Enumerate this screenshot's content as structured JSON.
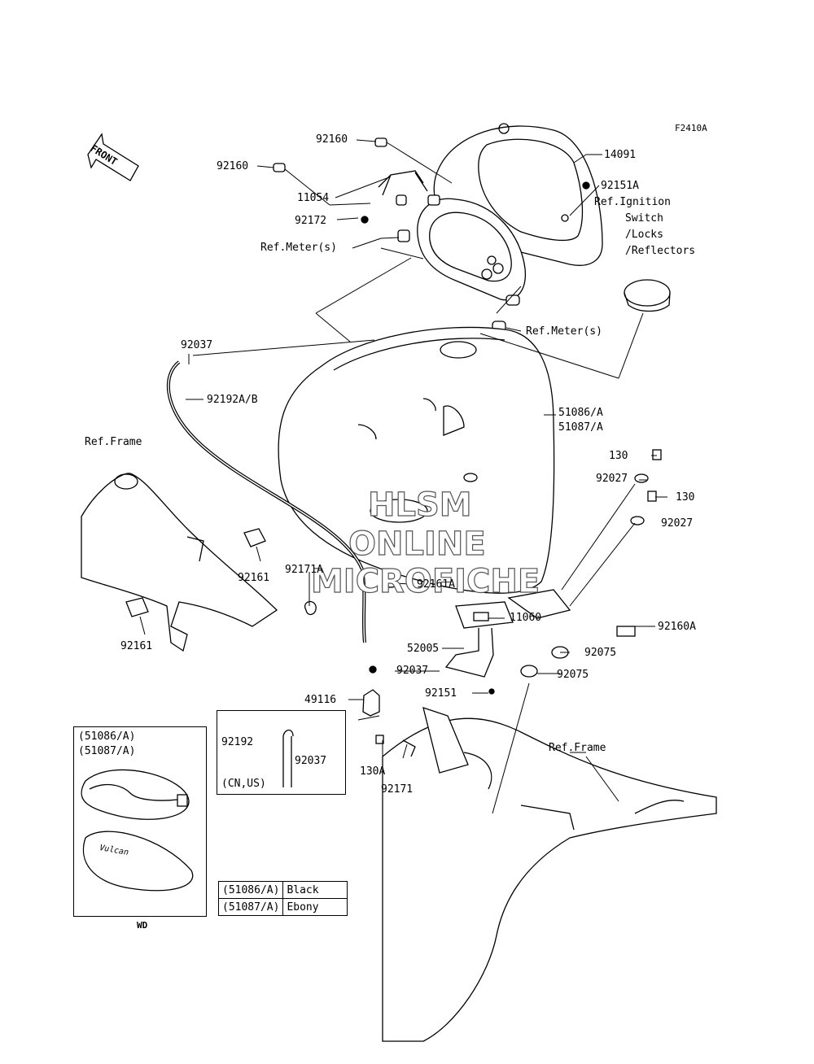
{
  "figure_id": "F2410A",
  "front_arrow_label": "FRONT",
  "watermark": [
    "HLSM",
    "ONLINE",
    "MICROFICHE"
  ],
  "labels": {
    "p92160_top": "92160",
    "p92160_left": "92160",
    "p14091": "14091",
    "p11054": "11054",
    "p92151A": "92151A",
    "ref_ignition_1": "Ref.Ignition",
    "ref_ignition_2": "Switch",
    "ref_ignition_3": "/Locks",
    "ref_ignition_4": "/Reflectors",
    "p92172": "92172",
    "ref_meter_left": "Ref.Meter(s)",
    "ref_meter_right": "Ref.Meter(s)",
    "p92037_top": "92037",
    "p92192AB": "92192A/B",
    "p51086A": "51086/A",
    "p51087A": "51087/A",
    "ref_frame_left": "Ref.Frame",
    "p130_a": "130",
    "p92027_a": "92027",
    "p130_b": "130",
    "p92027_b": "92027",
    "p92161_right": "92161",
    "p92171A": "92171A",
    "p92161A": "92161A",
    "p92161_bottom": "92161",
    "p11060": "11060",
    "p92160A": "92160A",
    "p52005": "52005",
    "p92075_a": "92075",
    "p92037_mid": "92037",
    "p92075_b": "92075",
    "p92151": "92151",
    "p49116": "49116",
    "inset_51086A": "(51086/A)",
    "inset_51087A": "(51087/A)",
    "p92192": "92192",
    "p92037_inset": "92037",
    "cn_us": "(CN,US)",
    "p130A": "130A",
    "p92171": "92171",
    "ref_frame_right": "Ref.Frame",
    "wd": "WD",
    "vulcan_logo": "Vulcan"
  },
  "color_table": [
    {
      "code": "(51086/A)",
      "color": "Black"
    },
    {
      "code": "(51087/A)",
      "color": "Ebony"
    }
  ]
}
